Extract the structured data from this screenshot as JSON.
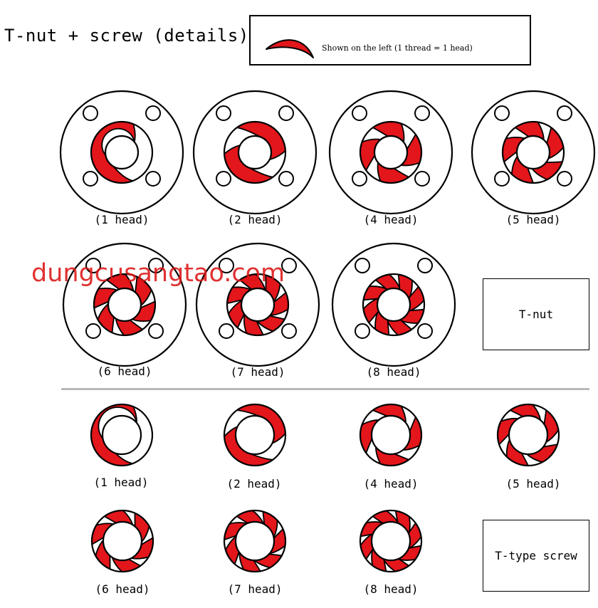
{
  "title": "T-nut + screw (details)",
  "legend": {
    "text": "Shown on the left (1 thread = 1 head)"
  },
  "watermark": "dungcusangtao.com",
  "colors": {
    "thread": "#e3161b",
    "outline": "#000000",
    "divider": "#b8b8b8"
  },
  "nut_section": {
    "label": "T-nut",
    "items": [
      {
        "heads": 1,
        "caption": "(1 head)"
      },
      {
        "heads": 2,
        "caption": "(2 head)"
      },
      {
        "heads": 4,
        "caption": "(4 head)"
      },
      {
        "heads": 5,
        "caption": "(5 head)"
      },
      {
        "heads": 6,
        "caption": "(6 head)"
      },
      {
        "heads": 7,
        "caption": "(7 head)"
      },
      {
        "heads": 8,
        "caption": "(8 head)"
      }
    ]
  },
  "screw_section": {
    "label": "T-type screw",
    "items": [
      {
        "heads": 1,
        "caption": "(1 head)"
      },
      {
        "heads": 2,
        "caption": "(2 head)"
      },
      {
        "heads": 4,
        "caption": "(4 head)"
      },
      {
        "heads": 5,
        "caption": "(5 head)"
      },
      {
        "heads": 6,
        "caption": "(6 head)"
      },
      {
        "heads": 7,
        "caption": "(7 head)"
      },
      {
        "heads": 8,
        "caption": "(8 head)"
      }
    ]
  }
}
